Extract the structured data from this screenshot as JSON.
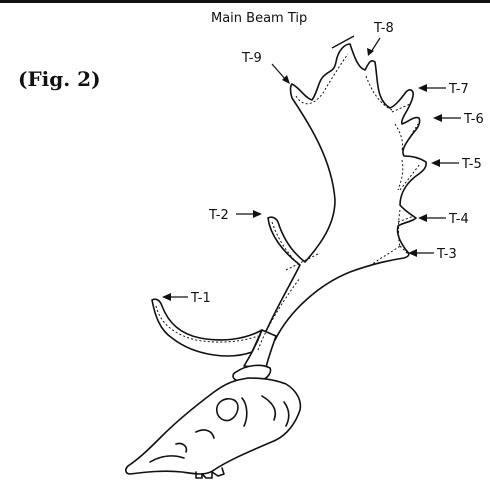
{
  "figure_label": "(Fig. 2)",
  "main_beam_tip_label": "Main Beam Tip",
  "tines": {
    "t1": "T-1",
    "t2": "T-2",
    "t3": "T-3",
    "t4": "T-4",
    "t5": "T-5",
    "t6": "T-6",
    "t7": "T-7",
    "t8": "T-8",
    "t9": "T-9"
  }
}
